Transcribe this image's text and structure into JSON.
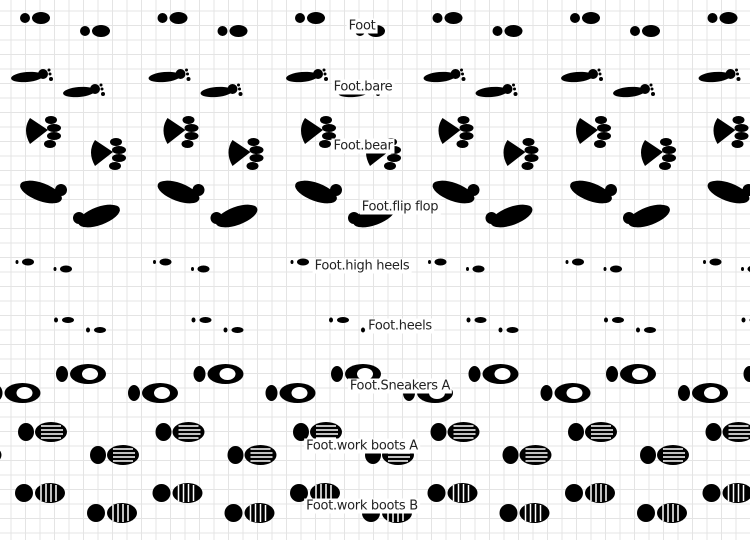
{
  "styles": [
    {
      "label": "Foot",
      "shape": "shoe-dots"
    },
    {
      "label": "Foot.bare",
      "shape": "bare-foot"
    },
    {
      "label": "Foot.bear",
      "shape": "bear-paw"
    },
    {
      "label": "Foot.flip flop",
      "shape": "flip-flop"
    },
    {
      "label": "Foot.high heels",
      "shape": "high-heel"
    },
    {
      "label": "Foot.heels",
      "shape": "heel"
    },
    {
      "label": "Foot.Sneakers A",
      "shape": "sneaker"
    },
    {
      "label": "Foot.work boots A",
      "shape": "work-boot-a"
    },
    {
      "label": "Foot.work boots B",
      "shape": "work-boot-b"
    }
  ]
}
